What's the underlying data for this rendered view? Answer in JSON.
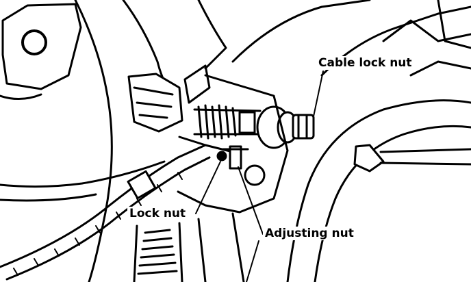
{
  "labels": {
    "cable_lock_nut": "Cable lock nut",
    "lock_nut": "Lock nut",
    "adjusting_nut": "Adjusting nut"
  },
  "colors": {
    "ink": "#000000",
    "paper": "#ffffff"
  }
}
